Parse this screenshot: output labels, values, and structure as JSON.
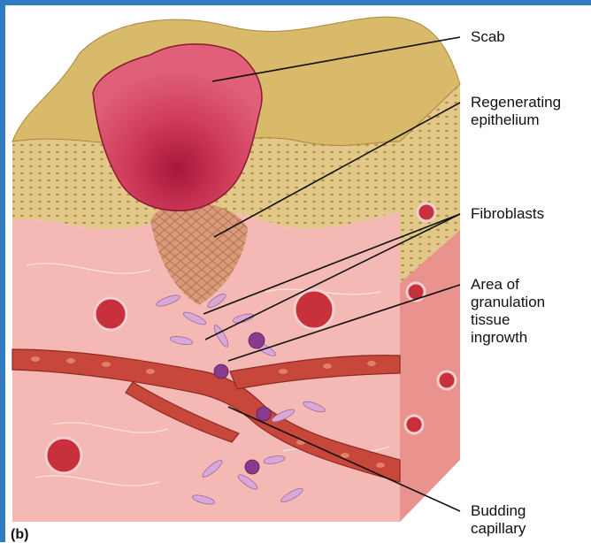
{
  "figure": {
    "panel_letter": "(b)",
    "labels": {
      "scab": "Scab",
      "regenerating_epithelium": "Regenerating\nepithelium",
      "fibroblasts": "Fibroblasts",
      "granulation": "Area of\ngranulation\ntissue\ningrowth",
      "budding_capillary": "Budding\ncapillary"
    }
  },
  "colors": {
    "frame": "#2f7cc0",
    "epidermis": "#d9b96a",
    "dermis": "#f4b9b4",
    "scab": "#c8304e",
    "vessel": "#c7473a",
    "fibroblast": "#d9a8d8",
    "leader_line": "#111111"
  }
}
